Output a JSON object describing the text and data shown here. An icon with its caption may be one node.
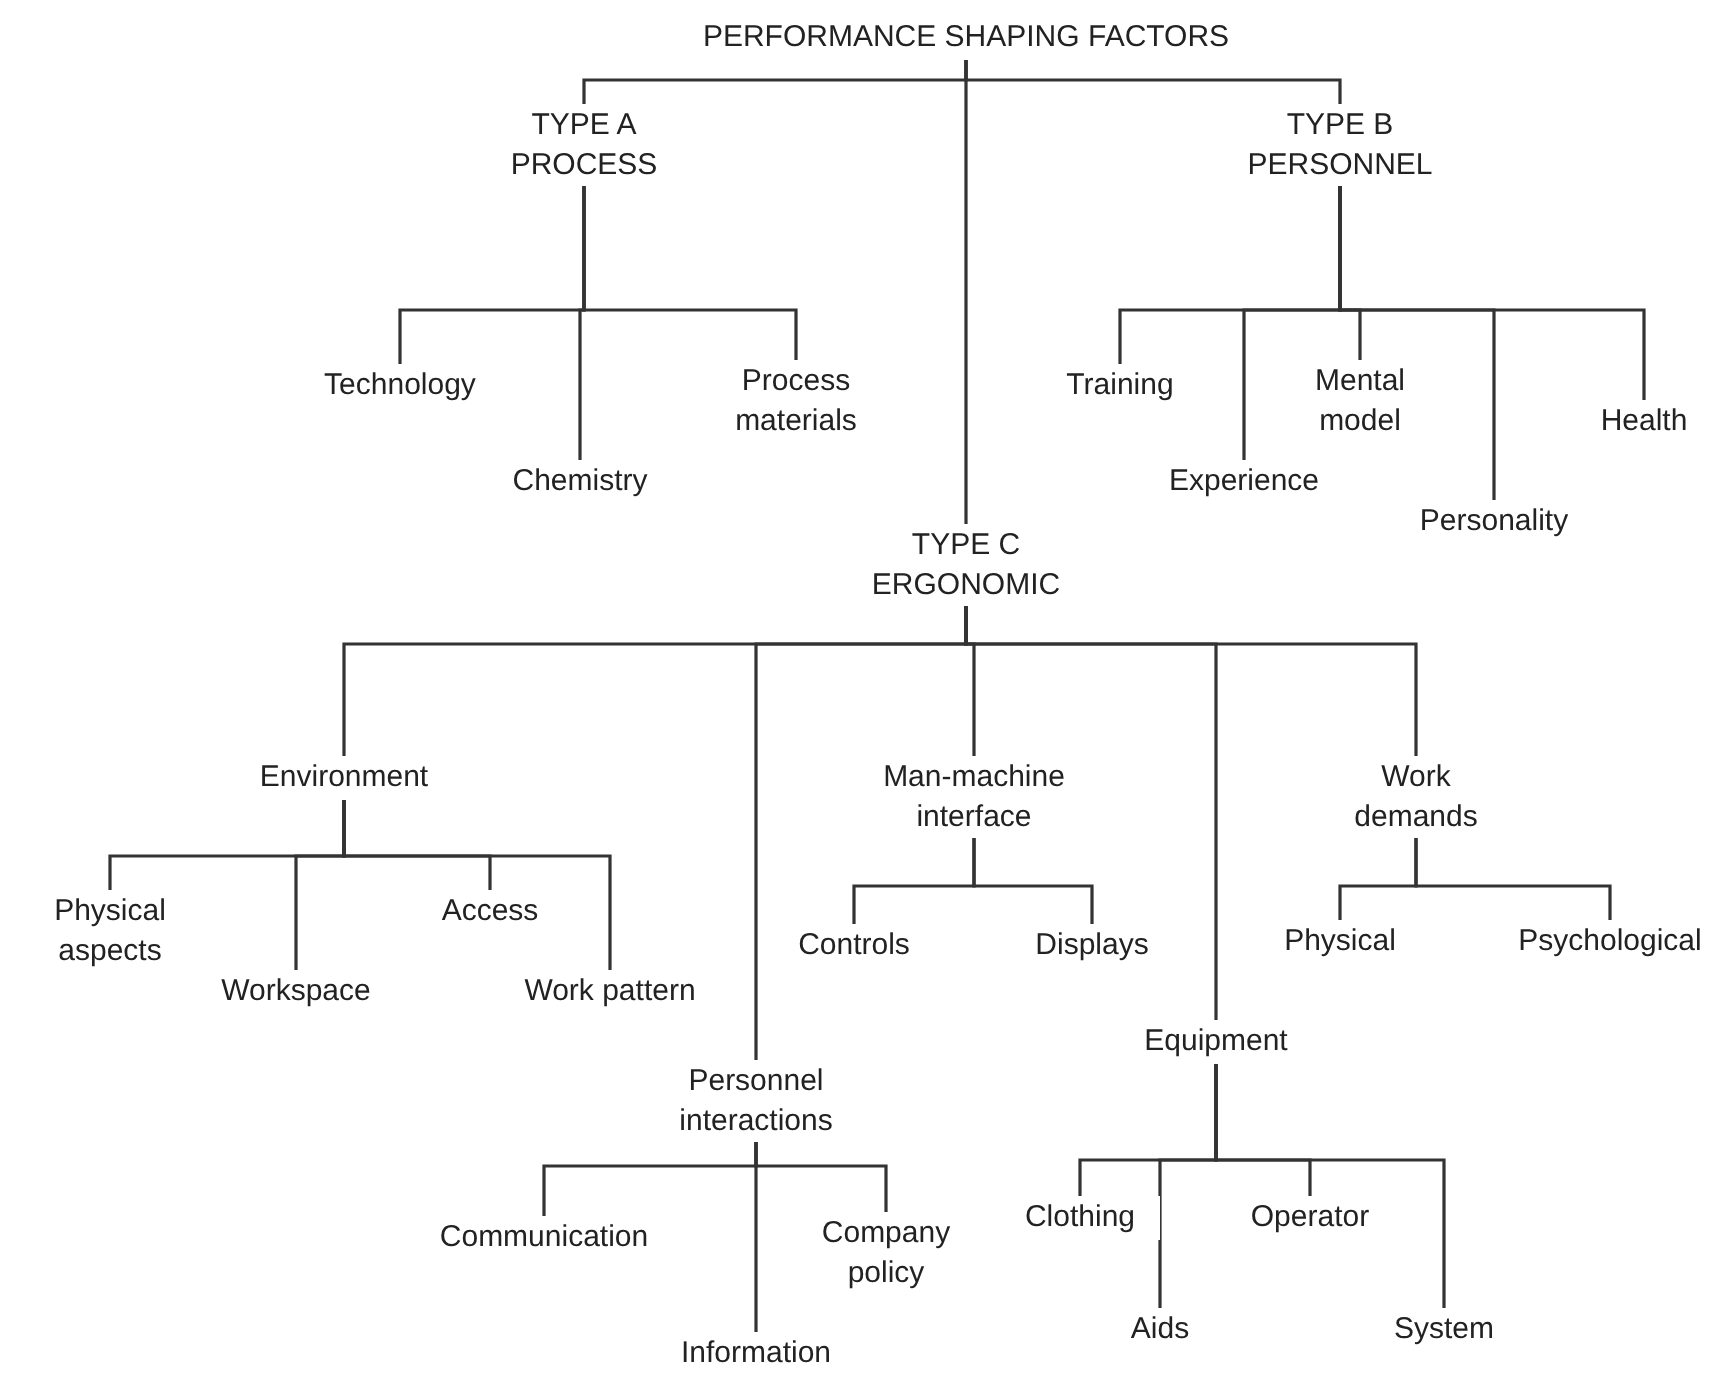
{
  "diagram": {
    "nodes": [
      {
        "text": [
          "PERFORMANCE SHAPING FACTORS"
        ]
      },
      {
        "text": [
          "TYPE A PROCESS"
        ]
      },
      {
        "text": [
          "TYPE B PERSONNEL"
        ]
      },
      {
        "text": [
          "TYPE C ERGONOMIC"
        ]
      },
      {
        "text": [
          "Technology"
        ]
      },
      {
        "text": [
          "Chemistry"
        ]
      },
      {
        "text": [
          "Process materials"
        ]
      },
      {
        "text": [
          "Training"
        ]
      },
      {
        "text": [
          "Experience"
        ]
      },
      {
        "text": [
          "Mental model"
        ]
      },
      {
        "text": [
          "Personality"
        ]
      },
      {
        "text": [
          "Health"
        ]
      },
      {
        "text": [
          "Environment"
        ]
      },
      {
        "text": [
          "Personnel interactions"
        ]
      },
      {
        "text": [
          "Man-machine interface"
        ]
      },
      {
        "text": [
          "Equipment"
        ]
      },
      {
        "text": [
          "Work demands"
        ]
      },
      {
        "text": [
          "Physical aspects"
        ]
      },
      {
        "text": [
          "Workspace"
        ]
      },
      {
        "text": [
          "Access"
        ]
      },
      {
        "text": [
          "Work pattern"
        ]
      },
      {
        "text": [
          "Controls"
        ]
      },
      {
        "text": [
          "Displays"
        ]
      },
      {
        "text": [
          "Physical"
        ]
      },
      {
        "text": [
          "Psychological"
        ]
      },
      {
        "text": [
          "Communication"
        ]
      },
      {
        "text": [
          "Information"
        ]
      },
      {
        "text": [
          "Company policy"
        ]
      },
      {
        "text": [
          "Clothing"
        ]
      },
      {
        "text": [
          "Aids"
        ]
      },
      {
        "text": [
          "Operator"
        ]
      },
      {
        "text": [
          "System"
        ]
      }
    ],
    "edges": [
      {
        "from": 0,
        "to": 1,
        "arrow": "none"
      },
      {
        "from": 0,
        "to": 2,
        "arrow": "none"
      },
      {
        "from": 0,
        "to": 3,
        "arrow": "none"
      },
      {
        "from": 1,
        "to": 4,
        "arrow": "none"
      },
      {
        "from": 1,
        "to": 5,
        "arrow": "none"
      },
      {
        "from": 1,
        "to": 6,
        "arrow": "none"
      },
      {
        "from": 2,
        "to": 7,
        "arrow": "none"
      },
      {
        "from": 2,
        "to": 8,
        "arrow": "none"
      },
      {
        "from": 2,
        "to": 9,
        "arrow": "none"
      },
      {
        "from": 2,
        "to": 10,
        "arrow": "none"
      },
      {
        "from": 2,
        "to": 11,
        "arrow": "none"
      },
      {
        "from": 3,
        "to": 12,
        "arrow": "none"
      },
      {
        "from": 3,
        "to": 13,
        "arrow": "none"
      },
      {
        "from": 3,
        "to": 14,
        "arrow": "none"
      },
      {
        "from": 3,
        "to": 15,
        "arrow": "none"
      },
      {
        "from": 3,
        "to": 16,
        "arrow": "none"
      },
      {
        "from": 12,
        "to": 17,
        "arrow": "none"
      },
      {
        "from": 12,
        "to": 18,
        "arrow": "none"
      },
      {
        "from": 12,
        "to": 19,
        "arrow": "none"
      },
      {
        "from": 12,
        "to": 20,
        "arrow": "none"
      },
      {
        "from": 14,
        "to": 21,
        "arrow": "none"
      },
      {
        "from": 14,
        "to": 22,
        "arrow": "none"
      },
      {
        "from": 16,
        "to": 23,
        "arrow": "none"
      },
      {
        "from": 16,
        "to": 24,
        "arrow": "none"
      },
      {
        "from": 13,
        "to": 25,
        "arrow": "none"
      },
      {
        "from": 13,
        "to": 26,
        "arrow": "none"
      },
      {
        "from": 13,
        "to": 27,
        "arrow": "none"
      },
      {
        "from": 15,
        "to": 28,
        "arrow": "none"
      },
      {
        "from": 15,
        "to": 29,
        "arrow": "none"
      },
      {
        "from": 15,
        "to": 30,
        "arrow": "none"
      },
      {
        "from": 15,
        "to": 31,
        "arrow": "none"
      }
    ]
  }
}
